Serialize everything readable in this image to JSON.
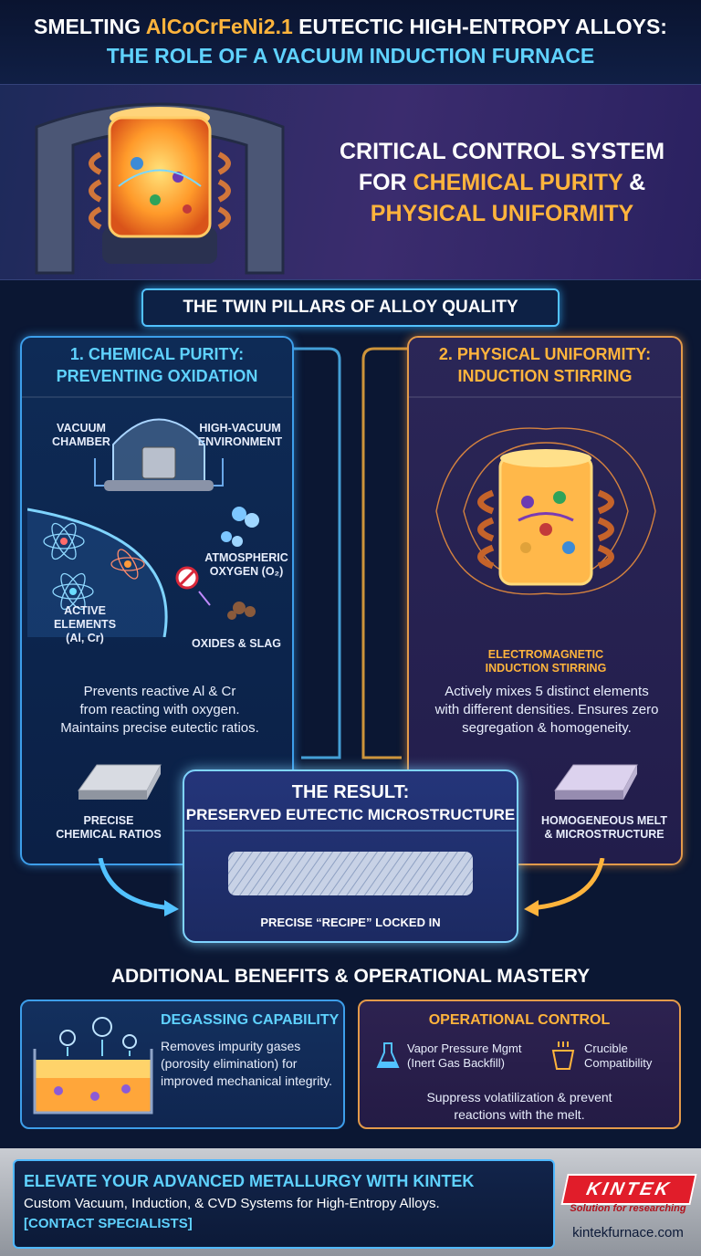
{
  "header": {
    "title_prefix": "SMELTING ",
    "title_alloy": "AlCoCrFeNi2.1",
    "title_suffix": " EUTECTIC HIGH-ENTROPY ALLOYS:",
    "subtitle": "THE ROLE OF A VACUUM INDUCTION FURNACE"
  },
  "hero": {
    "line1": "CRITICAL CONTROL SYSTEM",
    "line2_prefix": "FOR ",
    "line2_highlight": "CHEMICAL PURITY",
    "line2_suffix": " &",
    "line3": "PHYSICAL UNIFORMITY"
  },
  "pillars_title": "THE TWIN PILLARS OF ALLOY QUALITY",
  "left_panel": {
    "title_line1": "1. CHEMICAL PURITY:",
    "title_line2": "PREVENTING OXIDATION",
    "label_vacuum_chamber": "VACUUM\nCHAMBER",
    "label_high_vacuum": "HIGH-VACUUM\nENVIRONMENT",
    "label_oxygen": "ATMOSPHERIC\nOXYGEN (O₂)",
    "label_active": "ACTIVE\nELEMENTS\n(Al, Cr)",
    "label_oxides": "OXIDES & SLAG",
    "body": "Prevents reactive Al & Cr\nfrom reacting with oxygen.\nMaintains precise eutectic ratios.",
    "ingot_label": "PRECISE\nCHEMICAL RATIOS"
  },
  "right_panel": {
    "title_line1": "2. PHYSICAL UNIFORMITY:",
    "title_line2": "INDUCTION STIRRING",
    "stirring_label": "ELECTROMAGNETIC\nINDUCTION STIRRING",
    "body": "Actively mixes 5 distinct elements\nwith different densities. Ensures zero\nsegregation & homogeneity.",
    "ingot_label": "HOMOGENEOUS MELT\n& MICROSTRUCTURE"
  },
  "result": {
    "title": "THE RESULT:",
    "subtitle": "PRESERVED EUTECTIC MICROSTRUCTURE",
    "label": "PRECISE “RECIPE” LOCKED IN"
  },
  "additional": {
    "title": "ADDITIONAL BENEFITS & OPERATIONAL MASTERY",
    "degassing_title": "DEGASSING CAPABILITY",
    "degassing_body": "Removes impurity gases (porosity elimination) for improved mechanical integrity.",
    "operational_title": "OPERATIONAL CONTROL",
    "vapor_item": "Vapor Pressure Mgmt\n(Inert Gas Backfill)",
    "crucible_item": "Crucible\nCompatibility",
    "operational_body": "Suppress volatilization & prevent\nreactions with the melt."
  },
  "footer": {
    "title": "ELEVATE YOUR ADVANCED METALLURGY WITH KINTEK",
    "body": "Custom Vacuum, Induction, & CVD Systems for High-Entropy Alloys.",
    "cta": "[CONTACT SPECIALISTS]",
    "logo": "KINTEK",
    "tagline": "Solution for researching",
    "url": "kintekfurnace.com"
  },
  "colors": {
    "blue_accent": "#52c2ff",
    "orange_accent": "#ffb43c",
    "brand_red": "#e11d2a"
  }
}
